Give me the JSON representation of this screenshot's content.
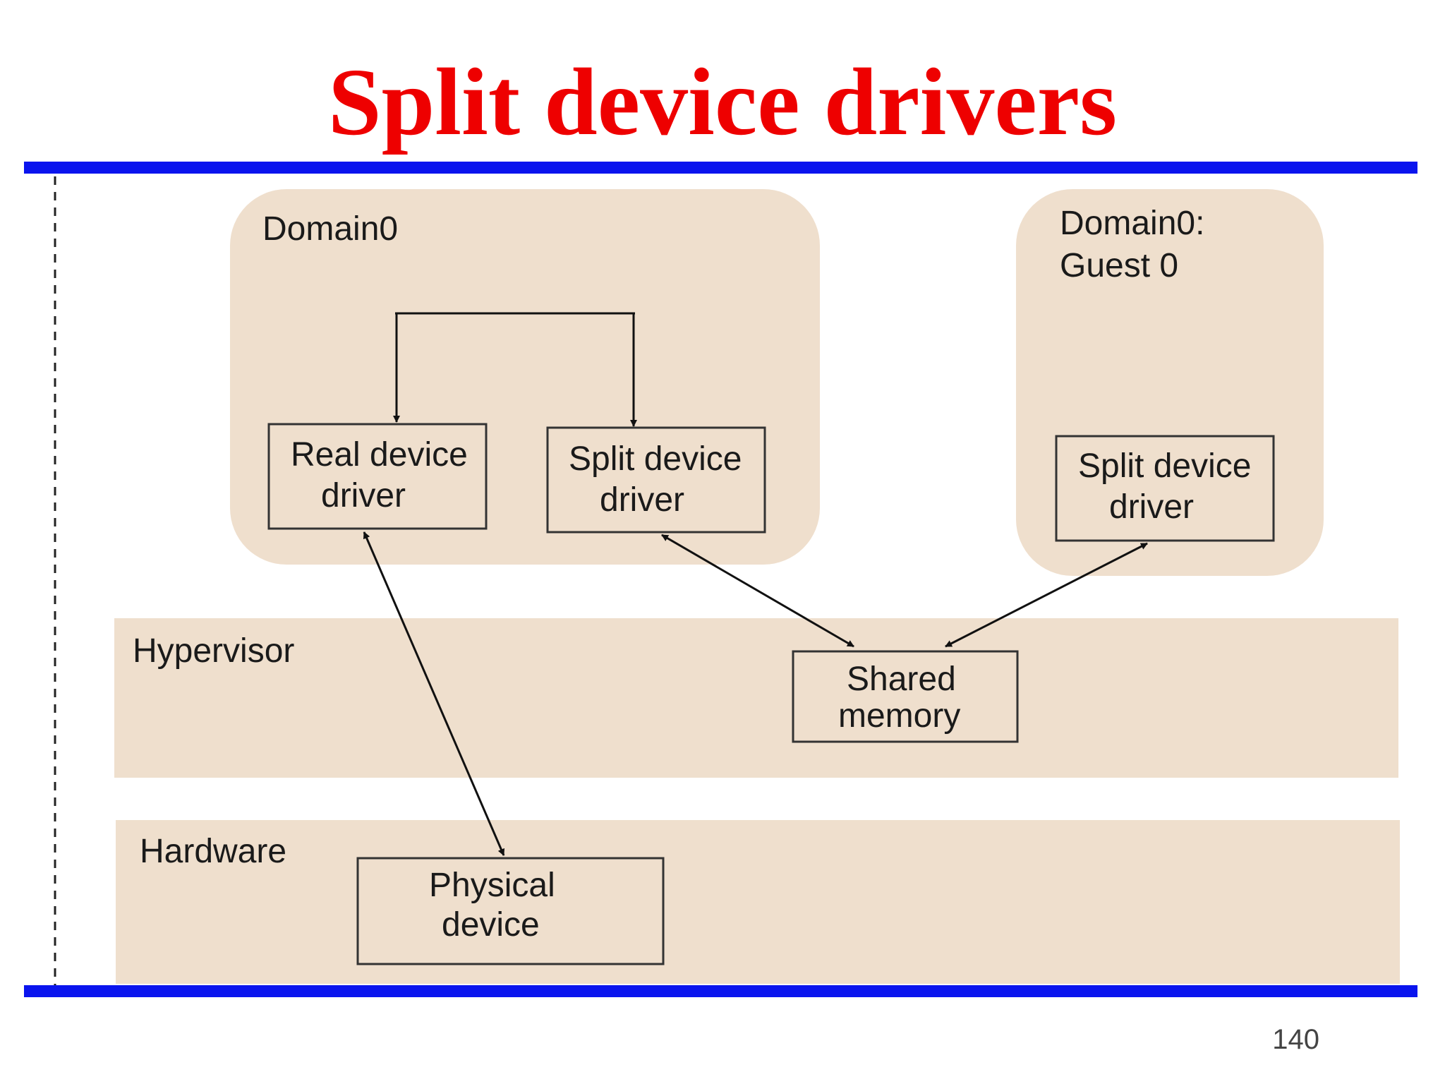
{
  "slide": {
    "title": "Split device drivers",
    "page_number": "140"
  },
  "colors": {
    "title": "#ee0000",
    "rule": "#0a14ee",
    "region_fill": "#efdfcd",
    "box_stroke": "#333333",
    "arrow": "#111111"
  },
  "diagram": {
    "domain0": {
      "label": "Domain0"
    },
    "guest": {
      "label_line1": "Domain0:",
      "label_line2": "Guest 0"
    },
    "hypervisor": {
      "label": "Hypervisor"
    },
    "hardware": {
      "label": "Hardware"
    },
    "nodes": {
      "real_driver": {
        "line1": "Real device",
        "line2": "driver"
      },
      "split_driver_dom0": {
        "line1": "Split device",
        "line2": "driver"
      },
      "split_driver_guest": {
        "line1": "Split device",
        "line2": "driver"
      },
      "shared_memory": {
        "line1": "Shared",
        "line2": "memory"
      },
      "physical_device": {
        "line1": "Physical",
        "line2": "device"
      }
    }
  }
}
